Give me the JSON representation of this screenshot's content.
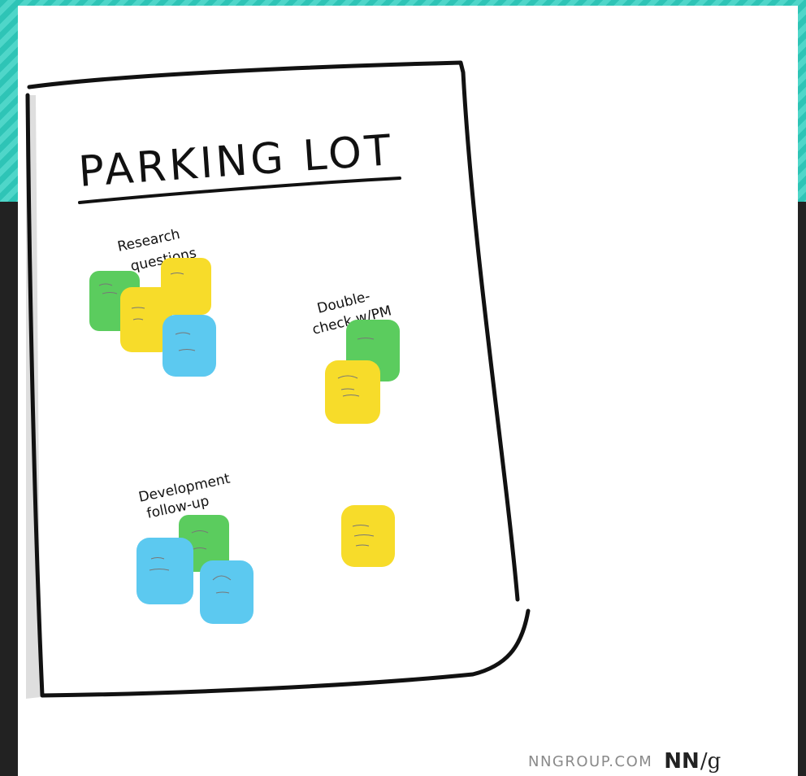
{
  "poster": {
    "title": "PARKING LOT",
    "groups": [
      {
        "label_line1": "Research",
        "label_line2": "questions"
      },
      {
        "label_line1": "Double-",
        "label_line2": "check w/PM"
      },
      {
        "label_line1": "Development",
        "label_line2": "follow-up"
      }
    ]
  },
  "footer": {
    "url": "NNGROUP.COM",
    "logo_nn": "NN",
    "logo_slash": "/",
    "logo_g": "g"
  },
  "colors": {
    "green": "#5bcc5e",
    "yellow": "#f7dc2a",
    "blue": "#5cc9f0",
    "teal": "#2ec4b6"
  }
}
